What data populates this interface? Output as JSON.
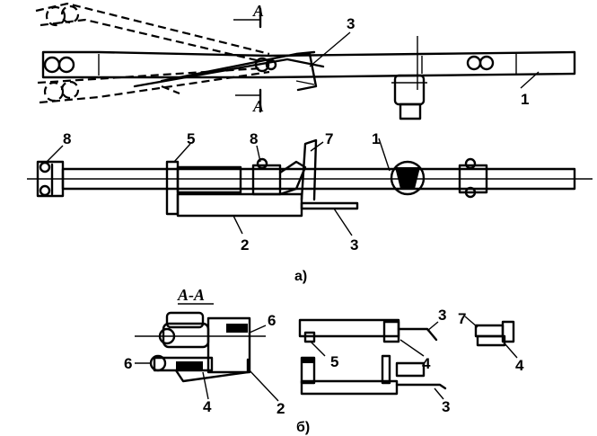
{
  "figure": {
    "caption_a": "а)",
    "caption_b": "б)",
    "section_label": "A-A",
    "section_marker": "A"
  },
  "labels": {
    "part_1": "1",
    "part_2": "2",
    "part_3": "3",
    "part_4": "4",
    "part_5": "5",
    "part_6": "6",
    "part_7": "7",
    "part_8": "8"
  }
}
